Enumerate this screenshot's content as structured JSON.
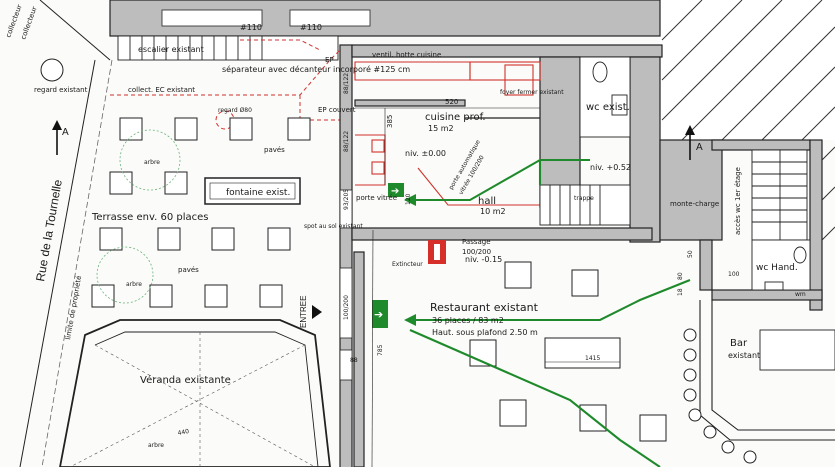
{
  "labels": {
    "collecteur_1": "collecteur",
    "collecteur_2": "collecteur",
    "regard_existant": "regard existant",
    "dim_110_a": "#110",
    "dim_110_b": "#110",
    "escalier": "escalier existant",
    "separateur": "séparateur avec décanteur incorporé #125 cm",
    "collect_ec": "collect. EC existant",
    "ep": "EP",
    "ep_couvert": "EP couvert",
    "regard_80": "regard Ø80",
    "paves_1": "pavés",
    "paves_2": "pavés",
    "fontaine": "fontaine exist.",
    "terrasse": "Terrasse env. 60 places",
    "arbre_1": "arbre",
    "arbre_2": "arbre",
    "arbre_3": "arbre",
    "rue": "Rue de la Tournelle",
    "limite": "limite de propriété",
    "spot": "spot au sol existant",
    "porte_vitree": "porte vitrée",
    "entree": "ENTREE",
    "veranda": "Véranda existante",
    "ventil": "ventil. hotte cuisine",
    "foyer": "foyer fermer existant",
    "cuisine": "cuisine prof.",
    "cuisine_area": "15 m2",
    "niv_000": "niv. ±0.00",
    "niv_052": "niv. +0.52",
    "niv_015": "niv. -0.15",
    "porte_auto": "porte automatique",
    "porte_auto_dim": "vitrée 100/200",
    "hall": "hall",
    "hall_area": "10 m2",
    "trappe": "trappe",
    "wc_exist": "wc exist.",
    "monte": "monte-charge",
    "acces_wc": "accès wc 1er étage",
    "wc_hand": "wc Hand.",
    "passage": "Passage",
    "passage_dim": "100/200",
    "extincteur": "Extincteur",
    "restaurant": "Restaurant existant",
    "restaurant_places": "36 places / 83 m2",
    "restaurant_plafond": "Haut. sous plafond 2.50 m",
    "bar": "Bar",
    "bar_exist": "existant",
    "dim_520": "520",
    "dim_385": "385",
    "dim_88_122": "88/122",
    "dim_88_122b": "88/122",
    "dim_93_205": "93/205",
    "dim_120": "120",
    "dim_100_200": "100/200",
    "dim_88": "88",
    "dim_785": "785",
    "dim_1415": "1415",
    "dim_100": "100",
    "dim_50": "50",
    "dim_80": "80",
    "dim_18": "18",
    "dim_wm": "wm",
    "dim_440": "440",
    "north_1": "A",
    "north_2": "A"
  }
}
